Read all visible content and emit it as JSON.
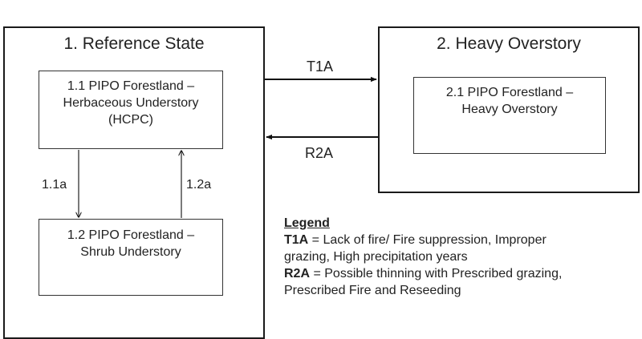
{
  "states": [
    {
      "title": "1. Reference State",
      "phases": [
        {
          "lines": [
            "1.1 PIPO Forestland –",
            "Herbaceous Understory",
            "(HCPC)"
          ]
        },
        {
          "lines": [
            "1.2 PIPO Forestland –",
            "Shrub Understory"
          ]
        }
      ]
    },
    {
      "title": "2. Heavy Overstory",
      "phases": [
        {
          "lines": [
            "2.1 PIPO  Forestland –",
            "Heavy Overstory"
          ]
        }
      ]
    }
  ],
  "transitions": {
    "t1a": "T1A",
    "r2a": "R2A",
    "p11a": "1.1a",
    "p12a": "1.2a"
  },
  "legend": {
    "title": "Legend",
    "items": [
      {
        "code": "T1A",
        "sep": " = ",
        "lines": [
          "Lack of fire/ Fire suppression, Improper",
          "grazing, High precipitation years"
        ]
      },
      {
        "code": "R2A",
        "sep": " = ",
        "lines": [
          "Possible thinning with Prescribed grazing,",
          "Prescribed Fire and Reseeding"
        ]
      }
    ]
  }
}
